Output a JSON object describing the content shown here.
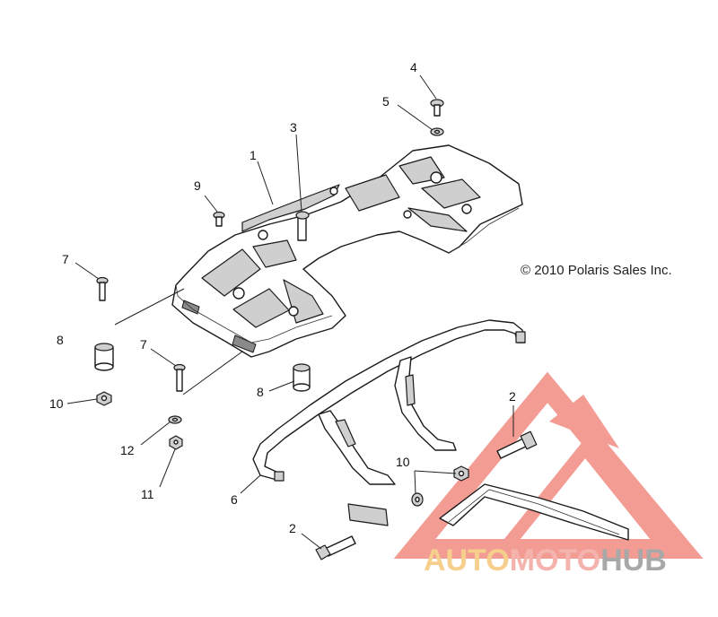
{
  "copyright": "© 2010 Polaris Sales Inc.",
  "callouts": {
    "c1": "1",
    "c2a": "2",
    "c2b": "2",
    "c3": "3",
    "c4": "4",
    "c5": "5",
    "c6": "6",
    "c7a": "7",
    "c7b": "7",
    "c8a": "8",
    "c8b": "8",
    "c9": "9",
    "c10a": "10",
    "c10b": "10",
    "c11": "11",
    "c12": "12"
  },
  "watermark": {
    "part1": "AUTO",
    "part2": "MOTO",
    "part3": "HUB",
    "colors": {
      "auto": "#f5c77a",
      "moto": "#f4a6a0",
      "hub": "#9a9a9a",
      "triangle": "#f28b82"
    }
  }
}
